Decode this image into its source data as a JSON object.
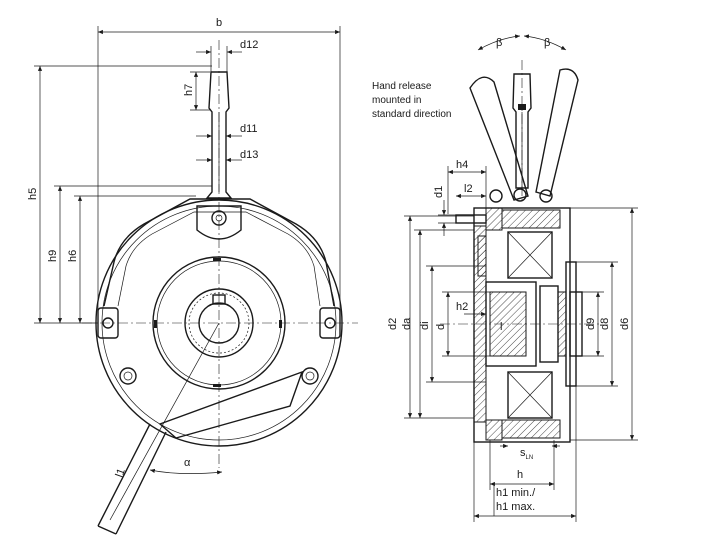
{
  "note": {
    "line1": "Hand release",
    "line2": "mounted in",
    "line3": "standard direction"
  },
  "labels": {
    "b": "b",
    "d12": "d12",
    "h7": "h7",
    "d11": "d11",
    "d13": "d13",
    "h5": "h5",
    "h9": "h9",
    "h6": "h6",
    "l1": "l1",
    "alpha": "α",
    "beta_left": "β",
    "beta_right": "β",
    "h4": "h4",
    "d1": "d1",
    "l2": "l2",
    "d2": "d2",
    "da": "da",
    "di": "di",
    "d": "d",
    "h2": "h2",
    "l": "l",
    "d9": "d9",
    "d8": "d8",
    "d6": "d6",
    "s_main": "s",
    "s_sub": "LN",
    "h": "h",
    "h1min": "h1 min./",
    "h1max": "h1 max."
  }
}
